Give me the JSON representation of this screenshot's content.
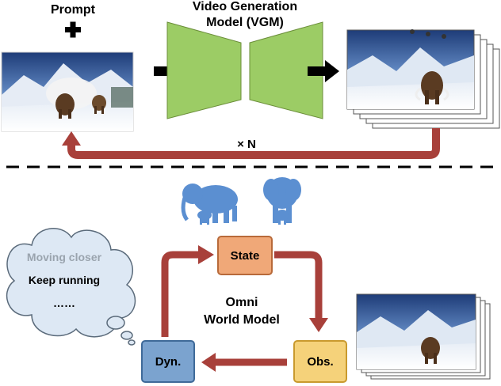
{
  "top": {
    "prompt_label": "Prompt",
    "vgm_label_line1": "Video Generation",
    "vgm_label_line2": "Model (VGM)",
    "repeat_label": "× N"
  },
  "bottom": {
    "cloud_lines": [
      "Moving closer",
      "Keep running",
      "……"
    ],
    "center_label_line1": "Omni",
    "center_label_line2": "World Model",
    "nodes": {
      "state": "State",
      "obs": "Obs.",
      "dyn": "Dyn."
    }
  },
  "colors": {
    "funnel": "#9ccc65",
    "funnel_border": "#6b8e3a",
    "loop_arrow": "#a8403a",
    "state_fill": "#f0a878",
    "state_border": "#b86a3a",
    "obs_fill": "#f5d27a",
    "obs_border": "#c99a2e",
    "dyn_fill": "#7ba3cf",
    "dyn_border": "#3f6a99",
    "cloud_fill": "#dde8f4",
    "cloud_border": "#5b6b7b",
    "elephant": "#5b8fd1"
  }
}
